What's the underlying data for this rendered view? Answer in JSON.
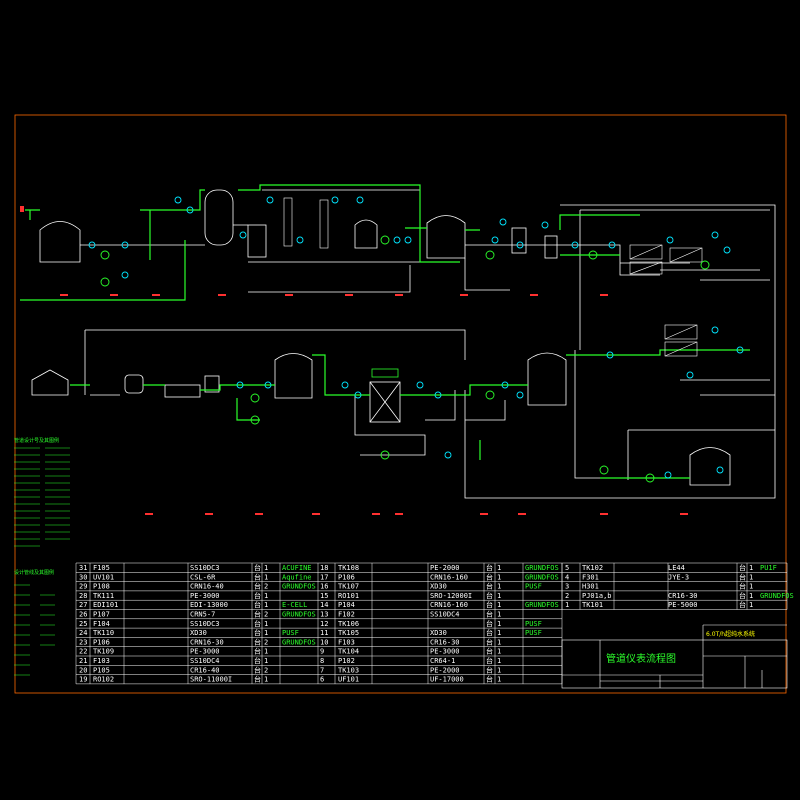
{
  "drawing": {
    "title": "管道仪表流程图",
    "project": "6.0T/h超纯水系统"
  },
  "legend": {
    "heading": "管道设计号及其图例",
    "heading2": "设计管线及其图例"
  },
  "equipment_table": {
    "rows": [
      [
        "31",
        "F105",
        "SS10DC3",
        "台",
        "1",
        "ACUFINE",
        "18",
        "TK108",
        "PE-2000",
        "台",
        "1",
        "GRUNDFOS",
        "5",
        "TK102",
        "LE44",
        "台",
        "1",
        "PU1F"
      ],
      [
        "30",
        "UV101",
        "CSL-6R",
        "台",
        "1",
        "Aqufine",
        "17",
        "P106",
        "CRN16-160",
        "台",
        "1",
        "GRUNDFOS",
        "4",
        "F301",
        "JYE-3",
        "台",
        "1",
        ""
      ],
      [
        "29",
        "P108",
        "CRN16-40",
        "台",
        "2",
        "GRUNDFOS",
        "16",
        "TK107",
        "XD30",
        "台",
        "1",
        "PUSF",
        "3",
        "H301",
        "",
        "台",
        "1",
        ""
      ],
      [
        "28",
        "TK111",
        "PE-3000",
        "台",
        "1",
        "",
        "15",
        "RO101",
        "SRO-12000I",
        "台",
        "1",
        "",
        "2",
        "PJ01a,b",
        "CR16-30",
        "台",
        "1",
        "GRUNDFOS"
      ],
      [
        "27",
        "EDI101",
        "EDI-13000",
        "台",
        "1",
        "E-CELL",
        "14",
        "P104",
        "CRN16-160",
        "台",
        "1",
        "GRUNDFOS",
        "1",
        "TK101",
        "PE-5000",
        "台",
        "1",
        ""
      ],
      [
        "26",
        "P107",
        "CRN5-7",
        "台",
        "2",
        "GRUNDFOS",
        "13",
        "F102",
        "SS10DC4",
        "台",
        "1",
        "",
        "",
        "",
        "",
        "",
        "",
        ""
      ],
      [
        "25",
        "F104",
        "SS10DC3",
        "台",
        "1",
        "",
        "12",
        "TK106",
        "",
        "台",
        "1",
        "PUSF",
        "",
        "",
        "",
        "",
        "",
        ""
      ],
      [
        "24",
        "TK110",
        "XD30",
        "台",
        "1",
        "PUSF",
        "11",
        "TK105",
        "XD30",
        "台",
        "1",
        "PUSF",
        "",
        "",
        "",
        "",
        "",
        ""
      ],
      [
        "23",
        "P106",
        "CRN16-30",
        "台",
        "2",
        "GRUNDFOS",
        "10",
        "F103",
        "CR16-30",
        "台",
        "1",
        "",
        "",
        "",
        "",
        "",
        "",
        ""
      ],
      [
        "22",
        "TK109",
        "PE-3000",
        "台",
        "1",
        "",
        "9",
        "TK104",
        "PE-3000",
        "台",
        "1",
        "",
        "",
        "",
        "",
        "",
        "",
        ""
      ],
      [
        "21",
        "F103",
        "SS10DC4",
        "台",
        "1",
        "",
        "8",
        "P102",
        "CR64-1",
        "台",
        "1",
        "",
        "",
        "",
        "",
        "",
        "",
        ""
      ],
      [
        "20",
        "P105",
        "CR16-40",
        "台",
        "2",
        "",
        "7",
        "TK103",
        "PE-2000",
        "台",
        "1",
        "",
        "",
        "",
        "",
        "",
        "",
        ""
      ],
      [
        "19",
        "RO102",
        "SRO-11000I",
        "台",
        "1",
        "",
        "6",
        "UF101",
        "UF-17000",
        "台",
        "1",
        "",
        "",
        "",
        "",
        "",
        "",
        ""
      ]
    ]
  }
}
